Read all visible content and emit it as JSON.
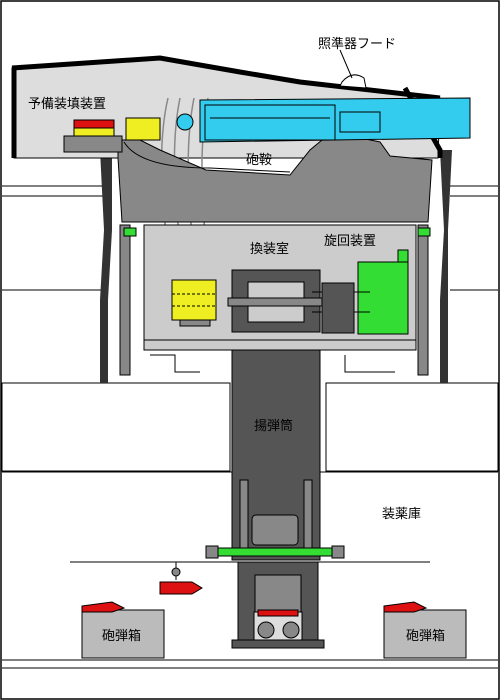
{
  "labels": {
    "sight_hood": "照準器フード",
    "reserve_loader": "予備装填装置",
    "gun_cradle": "砲鞍",
    "loading_room": "換装室",
    "training_gear": "旋回装置",
    "hoist_tube": "揚弾筒",
    "powder_magazine": "装薬庫",
    "shell_box_left": "砲弾箱",
    "shell_box_right": "砲弾箱"
  },
  "colors": {
    "background": "#ffffff",
    "outline": "#000000",
    "turret_gray": "#888888",
    "dark_gray": "#555555",
    "room_gray": "#cccccc",
    "gun_cyan": "#33ccee",
    "gear_green": "#33dd33",
    "shell_red": "#dd1111",
    "loader_yellow": "#eeee22",
    "box_gray": "#bbbbbb"
  }
}
